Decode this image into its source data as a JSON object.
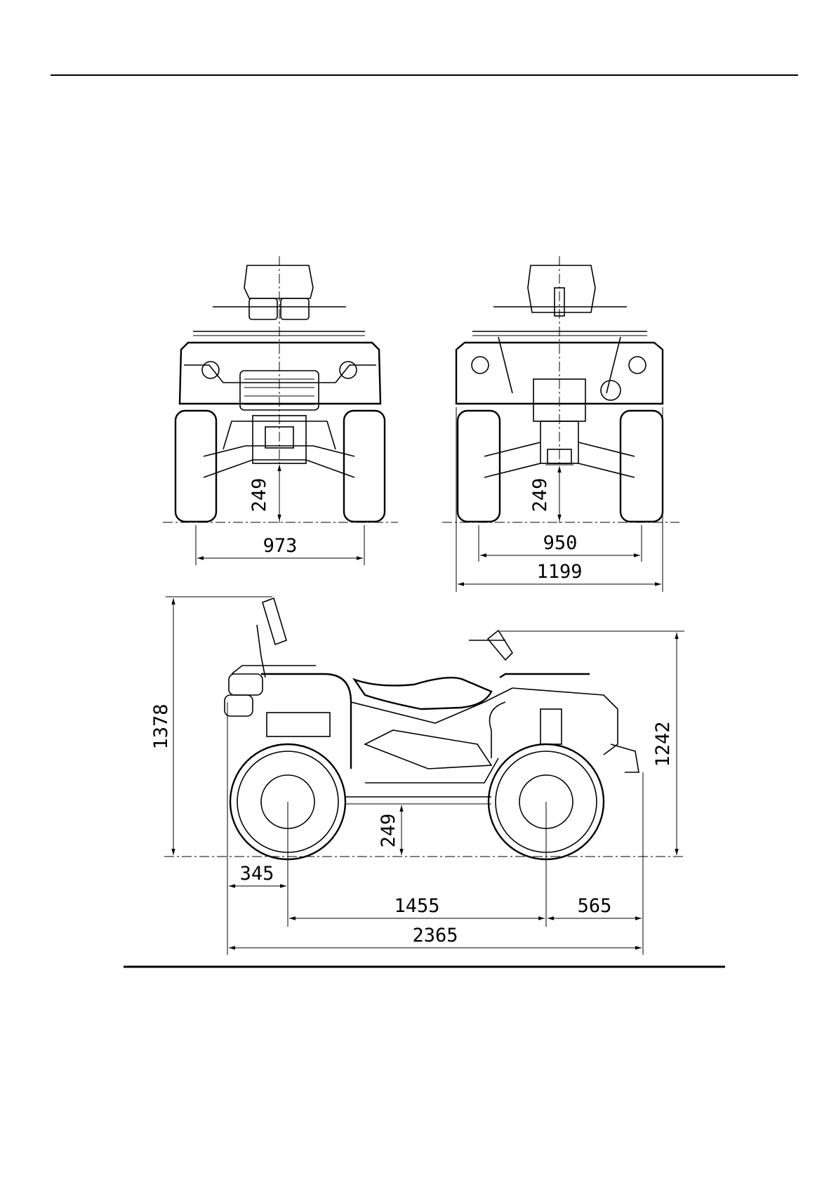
{
  "views": {
    "front": {
      "ground_clearance": "249",
      "track_width": "973"
    },
    "rear": {
      "ground_clearance": "249",
      "track_width": "950",
      "overall_width": "1199"
    },
    "side": {
      "overall_height": "1378",
      "seat_height": "1242",
      "ground_clearance": "249",
      "front_overhang": "345",
      "wheelbase": "1455",
      "rear_overhang": "565",
      "overall_length": "2365"
    }
  },
  "colors": {
    "line": "#000000",
    "background": "#ffffff"
  }
}
